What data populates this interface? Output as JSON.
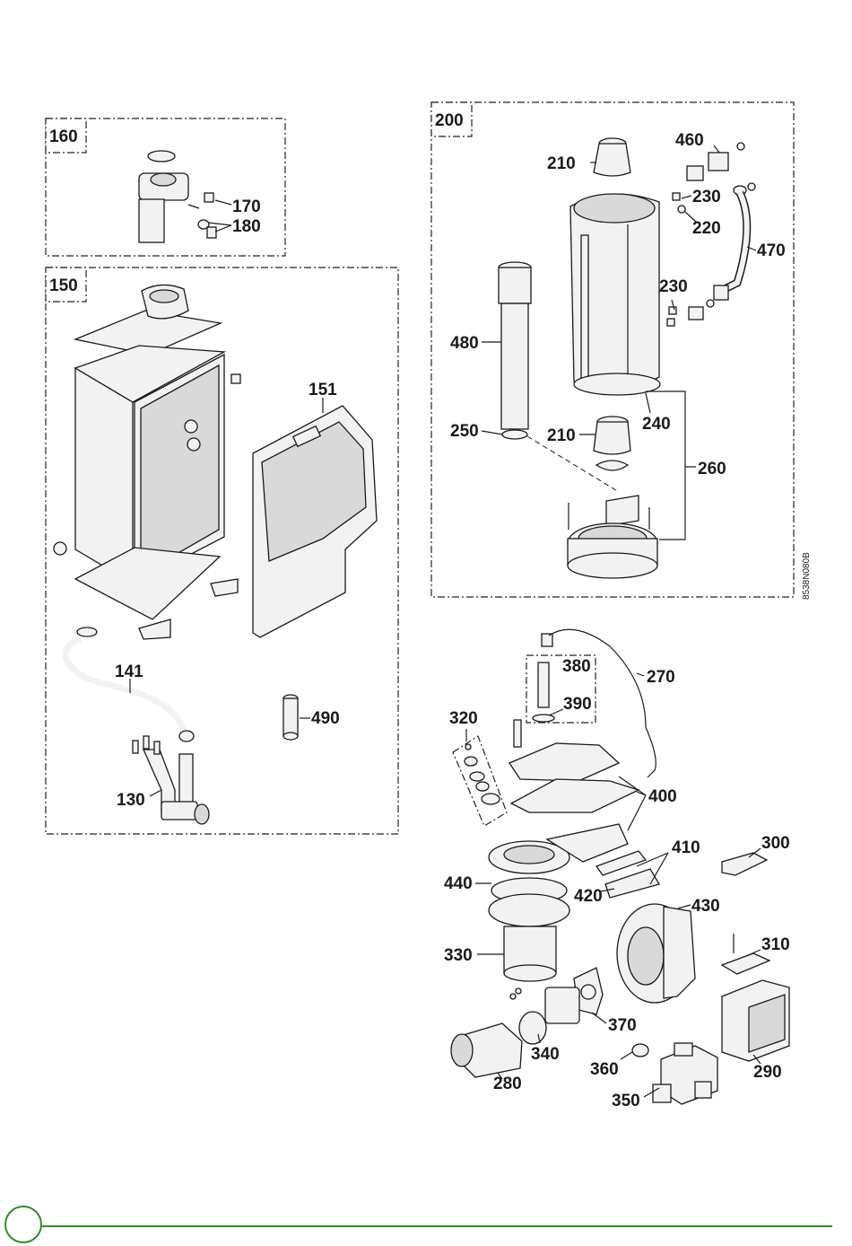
{
  "diagram": {
    "groups": [
      "160",
      "150",
      "200"
    ],
    "parts": {
      "p170": "170",
      "p180": "180",
      "p151": "151",
      "p141": "141",
      "p490": "490",
      "p130": "130",
      "p460": "460",
      "p210a": "210",
      "p230a": "230",
      "p220": "220",
      "p470": "470",
      "p230b": "230",
      "p480": "480",
      "p250": "250",
      "p210b": "210",
      "p240": "240",
      "p260": "260",
      "p380": "380",
      "p270": "270",
      "p390": "390",
      "p320": "320",
      "p400": "400",
      "p410": "410",
      "p300": "300",
      "p440": "440",
      "p420": "420",
      "p430": "430",
      "p310": "310",
      "p330": "330",
      "p370": "370",
      "p340": "340",
      "p360": "360",
      "p290": "290",
      "p280": "280",
      "p350": "350"
    },
    "drawing_code": "8538N080B"
  },
  "colors": {
    "accent": "#2e8b2e",
    "line": "#1a1a1a"
  }
}
